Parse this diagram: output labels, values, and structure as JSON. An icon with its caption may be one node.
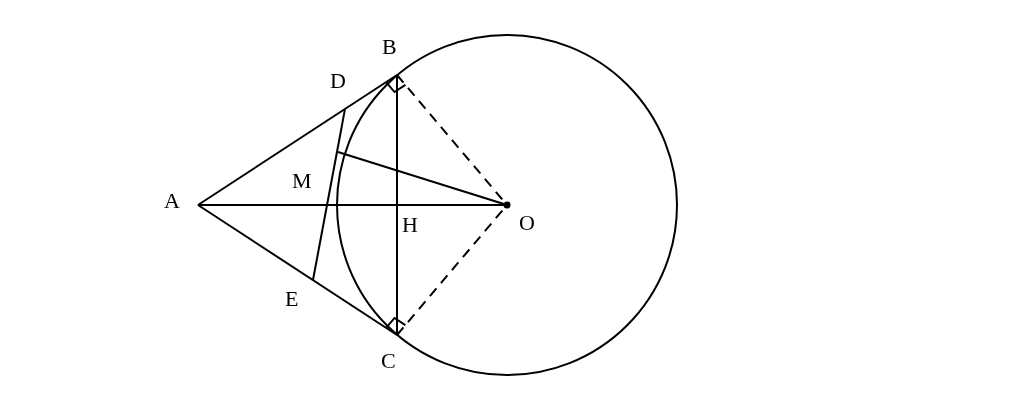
{
  "diagram": {
    "labels": [
      "B",
      "D",
      "M",
      "A",
      "H",
      "O",
      "E",
      "C"
    ]
  }
}
